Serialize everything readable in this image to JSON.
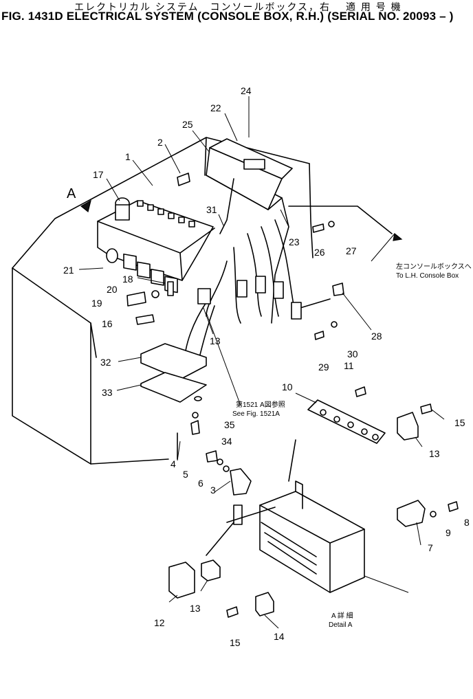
{
  "header": {
    "japanese_title": "エレクトリカル システム　コンソールボックス，右　 適 用 号 機",
    "english_title": "FIG. 1431D  ELECTRICAL SYSTEM (CONSOLE BOX, R.H.) (SERIAL NO. 20093 – )"
  },
  "view_label": "A",
  "notes": {
    "to_lh_console_jp": "左コンソールボックスへ",
    "to_lh_console_en": "To L.H. Console Box",
    "see_fig_jp": "第1521 A図参照",
    "see_fig_en": "See Fig. 1521A",
    "detail_jp": "A 詳 細",
    "detail_en": "Detail A"
  },
  "callouts": [
    "1",
    "2",
    "3",
    "4",
    "5",
    "6",
    "7",
    "8",
    "9",
    "10",
    "11",
    "12",
    "13",
    "14",
    "15",
    "16",
    "17",
    "18",
    "19",
    "20",
    "21",
    "22",
    "23",
    "24",
    "25",
    "26",
    "27",
    "28",
    "29",
    "30",
    "31",
    "32",
    "33",
    "34",
    "35"
  ]
}
